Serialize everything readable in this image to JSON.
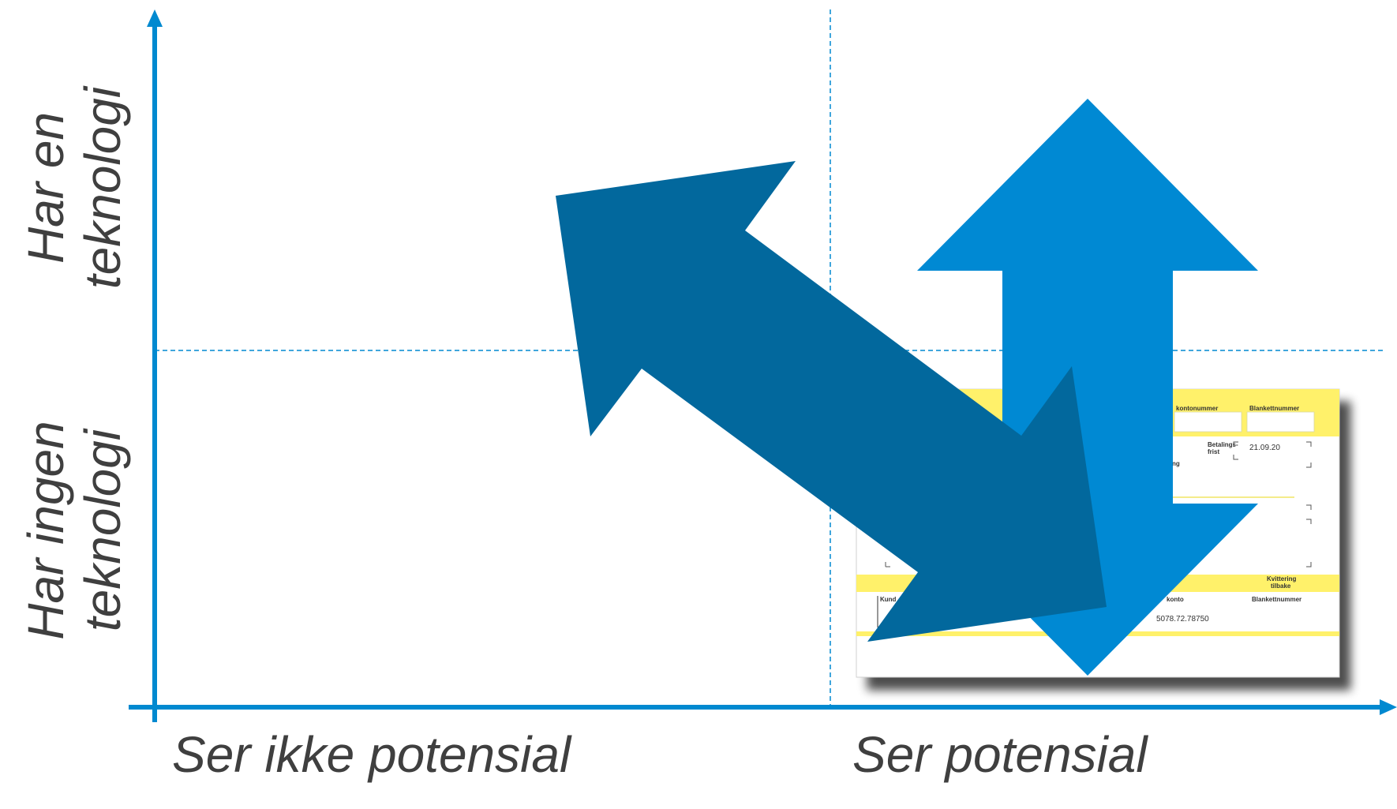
{
  "axes": {
    "x_left_label": "Ser ikke potensial",
    "x_right_label": "Ser potensial",
    "y_top_label_line1": "Har en",
    "y_top_label_line2": "teknologi",
    "y_bottom_label_line1": "Har ingen",
    "y_bottom_label_line2": "teknologi"
  },
  "payment_slip": {
    "account_label": "kontonummer",
    "form_number_label": "Blankettnummer",
    "due_label_line1": "Betalings-",
    "due_label_line2": "frist",
    "due_value": "21.09.20",
    "receipt_label_line1": "Kvittering",
    "receipt_label_line2": "tilbake",
    "customer_label": "Kund",
    "to_account_label": "konto",
    "to_account_value": "5078.72.78750",
    "form_number_label_2": "Blankettnummer",
    "partial_label": "ng"
  },
  "colors": {
    "axis": "#0089d0",
    "arrow_light": "#0089d3",
    "arrow_dark": "#02689d",
    "slip_yellow": "#fff16a",
    "label_text": "#3f3f3f"
  }
}
